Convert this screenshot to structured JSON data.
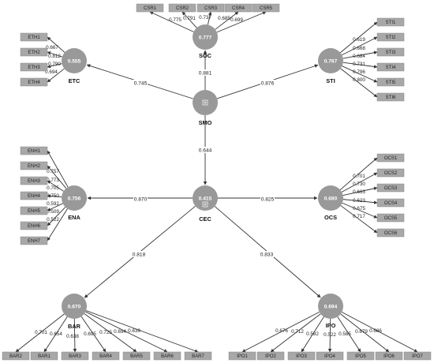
{
  "latents": [
    {
      "id": "ETC",
      "name": "ETC",
      "value": "0.555"
    },
    {
      "id": "SOC",
      "name": "SOC",
      "value": "0.777"
    },
    {
      "id": "STI",
      "name": "STI",
      "value": "0.767"
    },
    {
      "id": "SMO",
      "name": "SMO",
      "value": ""
    },
    {
      "id": "ENA",
      "name": "ENA",
      "value": "0.756"
    },
    {
      "id": "CEC",
      "name": "CEC",
      "value": "0.415"
    },
    {
      "id": "OCS",
      "name": "OCS",
      "value": "0.680"
    },
    {
      "id": "BAR",
      "name": "BAR",
      "value": "0.670"
    },
    {
      "id": "IPO",
      "name": "IPO",
      "value": "0.694"
    }
  ],
  "paths": [
    {
      "from": "SMO",
      "to": "ETC",
      "coef": "0.745"
    },
    {
      "from": "SMO",
      "to": "SOC",
      "coef": "0.881"
    },
    {
      "from": "SMO",
      "to": "STI",
      "coef": "0.876"
    },
    {
      "from": "SMO",
      "to": "CEC",
      "coef": "0.644"
    },
    {
      "from": "CEC",
      "to": "ENA",
      "coef": "0.870"
    },
    {
      "from": "CEC",
      "to": "OCS",
      "coef": "0.825"
    },
    {
      "from": "CEC",
      "to": "BAR",
      "coef": "0.818"
    },
    {
      "from": "CEC",
      "to": "IPO",
      "coef": "0.833"
    }
  ],
  "indicators": {
    "SOC": [
      {
        "name": "CSR1",
        "loading": "0.775"
      },
      {
        "name": "CSR2",
        "loading": "0.791"
      },
      {
        "name": "CSR3",
        "loading": "0.737"
      },
      {
        "name": "CSR4",
        "loading": "0.685"
      },
      {
        "name": "CSR5",
        "loading": "0.699"
      }
    ],
    "ETC": [
      {
        "name": "ETH1",
        "loading": "0.667"
      },
      {
        "name": "ETH2",
        "loading": "0.812"
      },
      {
        "name": "ETH3",
        "loading": "0.790"
      },
      {
        "name": "ETH4",
        "loading": "0.694"
      }
    ],
    "STI": [
      {
        "name": "STI1",
        "loading": "0.619"
      },
      {
        "name": "STI2",
        "loading": "0.668"
      },
      {
        "name": "STI3",
        "loading": "0.684"
      },
      {
        "name": "STI4",
        "loading": "0.731"
      },
      {
        "name": "STI5",
        "loading": "0.796"
      },
      {
        "name": "STI6",
        "loading": "0.800"
      }
    ],
    "ENA": [
      {
        "name": "ENH1",
        "loading": "0.757"
      },
      {
        "name": "ENH2",
        "loading": "0.773"
      },
      {
        "name": "ENH3",
        "loading": "0.705"
      },
      {
        "name": "ENH4",
        "loading": "0.750"
      },
      {
        "name": "ENH5",
        "loading": "0.592"
      },
      {
        "name": "ENH6",
        "loading": "0.509"
      },
      {
        "name": "ENH7",
        "loading": "0.522"
      }
    ],
    "OCS": [
      {
        "name": "OCS1",
        "loading": "0.701"
      },
      {
        "name": "OCS2",
        "loading": "0.730"
      },
      {
        "name": "OCS3",
        "loading": "0.663"
      },
      {
        "name": "OCS4",
        "loading": "0.623"
      },
      {
        "name": "OCS5",
        "loading": "0.675"
      },
      {
        "name": "OCS6",
        "loading": "0.717"
      }
    ],
    "BAR": [
      {
        "name": "BAR2",
        "loading": "0.701"
      },
      {
        "name": "BAR1",
        "loading": "0.654"
      },
      {
        "name": "BAR3",
        "loading": "0.638"
      },
      {
        "name": "BAR4",
        "loading": "0.695"
      },
      {
        "name": "BAR5",
        "loading": "0.725"
      },
      {
        "name": "BAR6",
        "loading": "0.694"
      },
      {
        "name": "BAR7",
        "loading": "0.639"
      }
    ],
    "IPO": [
      {
        "name": "IPO1",
        "loading": "0.676"
      },
      {
        "name": "IPO2",
        "loading": "0.712"
      },
      {
        "name": "IPO3",
        "loading": "0.582"
      },
      {
        "name": "IPO4",
        "loading": "0.522"
      },
      {
        "name": "IPO5",
        "loading": "0.585"
      },
      {
        "name": "IPO6",
        "loading": "0.679"
      },
      {
        "name": "IPO7",
        "loading": "0.686"
      }
    ]
  },
  "colors": {
    "latent_fill": "#999999",
    "indicator_fill": "#a8a8a8",
    "edge": "#333333"
  }
}
